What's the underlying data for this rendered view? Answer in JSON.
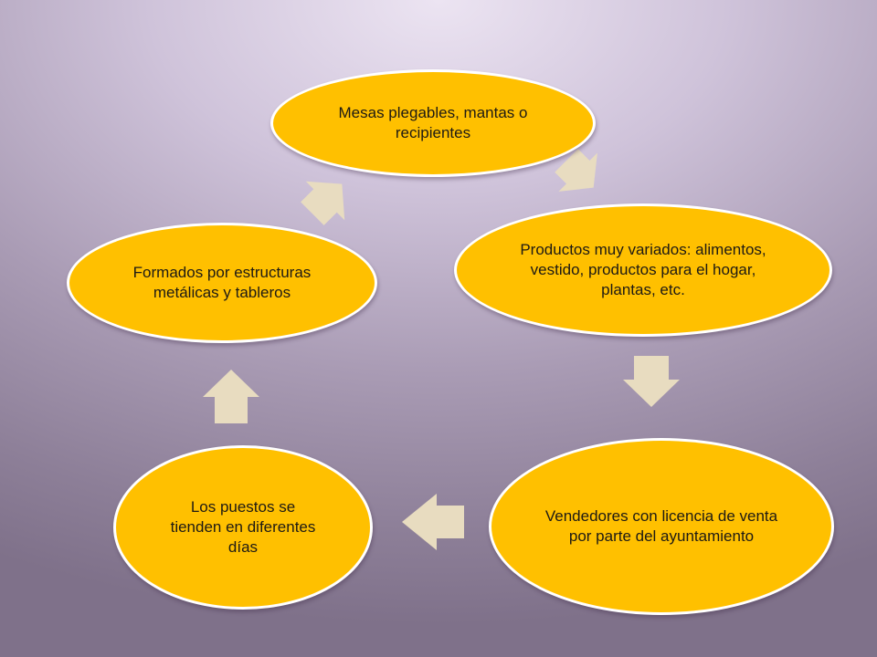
{
  "nodes": [
    {
      "id": "mesas",
      "label": "Mesas plegables, mantas o recipientes"
    },
    {
      "id": "productos",
      "label": "Productos muy variados: alimentos, vestido,  productos para el hogar, plantas, etc."
    },
    {
      "id": "vendedores",
      "label": "Vendedores con licencia de venta por parte del ayuntamiento"
    },
    {
      "id": "puestos",
      "label": "Los puestos se tienden en diferentes días"
    },
    {
      "id": "formados",
      "label": "Formados por estructuras metálicas y tableros"
    }
  ],
  "colors": {
    "node_fill": "#ffc000",
    "node_border": "#ffffff",
    "arrow_fill": "#e8dcc0"
  }
}
